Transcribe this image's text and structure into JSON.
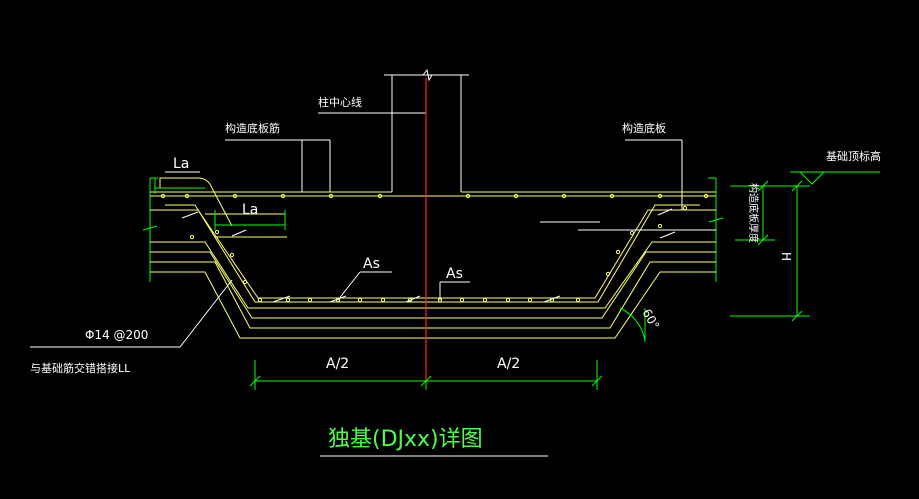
{
  "colors": {
    "background": "#000000",
    "green": "#00ff00",
    "yellow": "#ffff66",
    "red": "#ff2020",
    "white": "#ffffff",
    "title": "#4cff4c"
  },
  "labels": {
    "column_center": "柱中心线",
    "constructed_bottom_rebar": "构造底板筋",
    "constructed_bottom_slab": "构造底板",
    "foundation_top_elev": "基础顶标高",
    "side_label": "构造底板厚度",
    "H": "H",
    "La_1": "La",
    "La_2": "La",
    "As_1": "As",
    "As_2": "As",
    "rebar_spec": "Φ14 @200",
    "anchor_note": "与基础筋交错搭接LL",
    "angle": "60°",
    "half_1": "A/2",
    "half_2": "A/2",
    "title": "独基(DJxx)详图"
  }
}
